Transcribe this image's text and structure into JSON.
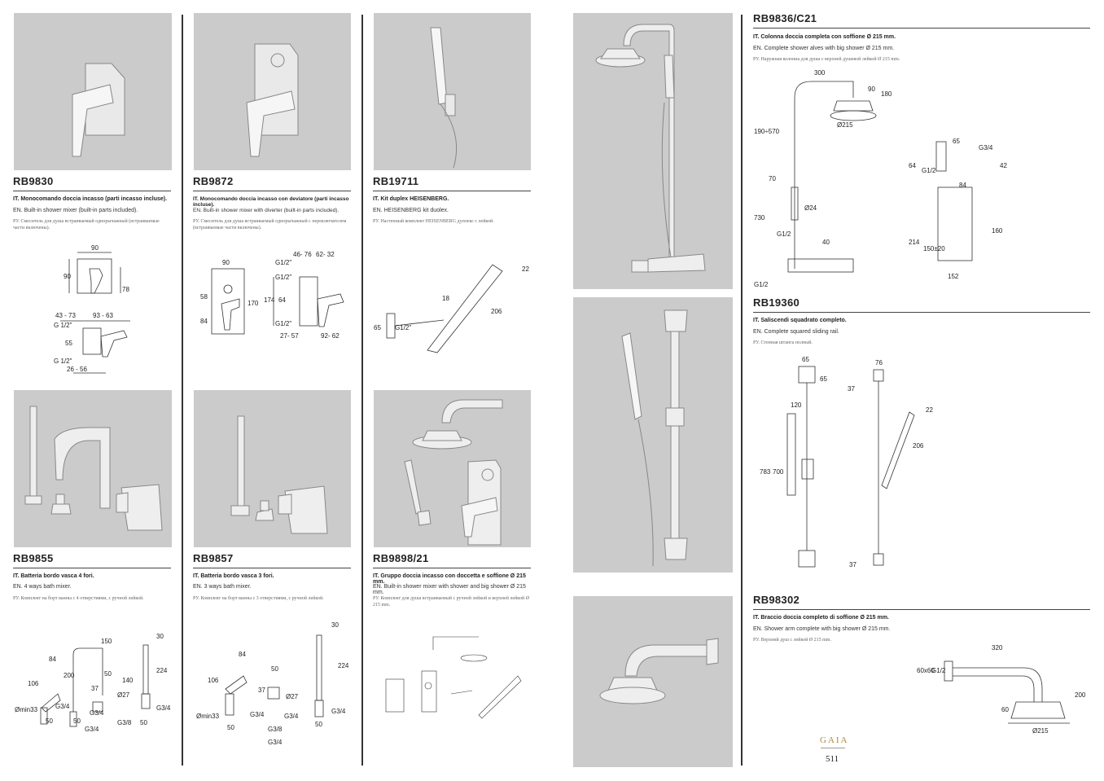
{
  "products": [
    {
      "code": "RB9830",
      "it": "IT. Monocomando doccia incasso (parti incasso incluse).",
      "en": "EN. Built-in shower mixer (built-in parts included).",
      "ru": "РУ. Смеситель для душа встраиваемый однорычажный (встраиваемые части включены).",
      "dims": [
        "90",
        "90",
        "78",
        "43 - 73",
        "93 - 63",
        "G 1/2\"",
        "55",
        "G 1/2\"",
        "26 - 56"
      ]
    },
    {
      "code": "RB9872",
      "it": "IT. Monocomando doccia incasso con deviatore (parti incasso incluse).",
      "en": "EN. Built-in shower mixer with diverter (built-in parts included).",
      "ru": "РУ. Смеситель для душа встраиваемый однорычажный с переключателем (встраиваемые части включены).",
      "dims": [
        "90",
        "58",
        "84",
        "170",
        "46- 76",
        "62- 32",
        "G1/2\"",
        "G1/2\"",
        "174",
        "64",
        "G1/2\"",
        "27- 57",
        "92- 62"
      ]
    },
    {
      "code": "RB19711",
      "it": "IT. Kit duplex HEISENBERG.",
      "en": "EN. HEISENBERG kit duolex.",
      "ru": "РУ. Настенный комплект HEISENBERG дуплекс с лейкой.",
      "dims": [
        "22",
        "18",
        "206",
        "65",
        "G1/2\""
      ]
    },
    {
      "code": "RB9855",
      "it": "IT. Batteria bordo vasca 4 fori.",
      "en": "EN. 4 ways bath mixer.",
      "ru": "РУ. Комплект на борт ванны с 4 отверстиями, с ручной лейкой.",
      "dims": [
        "150",
        "84",
        "30",
        "106",
        "200",
        "50",
        "140",
        "224",
        "37",
        "Ø27",
        "Ømin33",
        "G3/4",
        "50",
        "G3/4",
        "G3/8",
        "G3/4",
        "50",
        "G3/4",
        "50"
      ]
    },
    {
      "code": "RB9857",
      "it": "IT. Batteria bordo vasca 3 fori.",
      "en": "EN. 3 ways bath mixer.",
      "ru": "РУ. Комплект на борт ванны с 3 отверстиями, с ручной лейкой.",
      "dims": [
        "30",
        "84",
        "106",
        "224",
        "37",
        "50",
        "Ø27",
        "Ømin33",
        "50",
        "G3/4",
        "G3/8",
        "G3/4",
        "50",
        "G3/4",
        "G3/4"
      ]
    },
    {
      "code": "RB9898/21",
      "it": "IT. Gruppo doccia incasso con doccetta e soffione Ø 215 mm.",
      "en": "EN. Built-in shower mixer with shower and big shower Ø 215 mm.",
      "ru": "РУ. Комплект для душа встраиваемый с ручной лейкой и верхней лейкой Ø 215 mm.",
      "dims": []
    },
    {
      "code": "RB9836/C21",
      "it": "IT. Colonna doccia completa con soffione Ø 215 mm.",
      "en": "EN. Complete shower alves with big shower Ø 215 mm.",
      "ru": "РУ. Наружная колонна для душа с верхней душевой лейкой Ø 215 mm.",
      "dims": [
        "300",
        "90",
        "180",
        "190÷570",
        "Ø215",
        "70",
        "Ø24",
        "730",
        "G1/2",
        "40",
        "G1/2",
        "65",
        "G3/4",
        "64",
        "G1/2",
        "42",
        "84",
        "214",
        "150±20",
        "160",
        "152"
      ]
    },
    {
      "code": "RB19360",
      "it": "IT. Saliscendi squadrato completo.",
      "en": "EN. Complete squared sliding rail.",
      "ru": "РУ. Стенная штанга полный.",
      "dims": [
        "65",
        "65",
        "76",
        "37",
        "120",
        "22",
        "206",
        "783",
        "700",
        "37"
      ]
    },
    {
      "code": "RB98302",
      "it": "IT. Braccio doccia completo di soffione Ø 215 mm.",
      "en": "EN. Shower arm complete with big shower Ø 215 mm.",
      "ru": "РУ. Верхний душ с лейкой Ø 215 mm.",
      "dims": [
        "320",
        "60x60",
        "G1/2",
        "200",
        "60",
        "Ø215"
      ]
    }
  ],
  "footer": {
    "logo": "GAIA",
    "page": "511"
  },
  "colors": {
    "photo_bg": "#cbcbcb",
    "chrome": "#e8e8e8",
    "logo": "#b08a3c"
  }
}
